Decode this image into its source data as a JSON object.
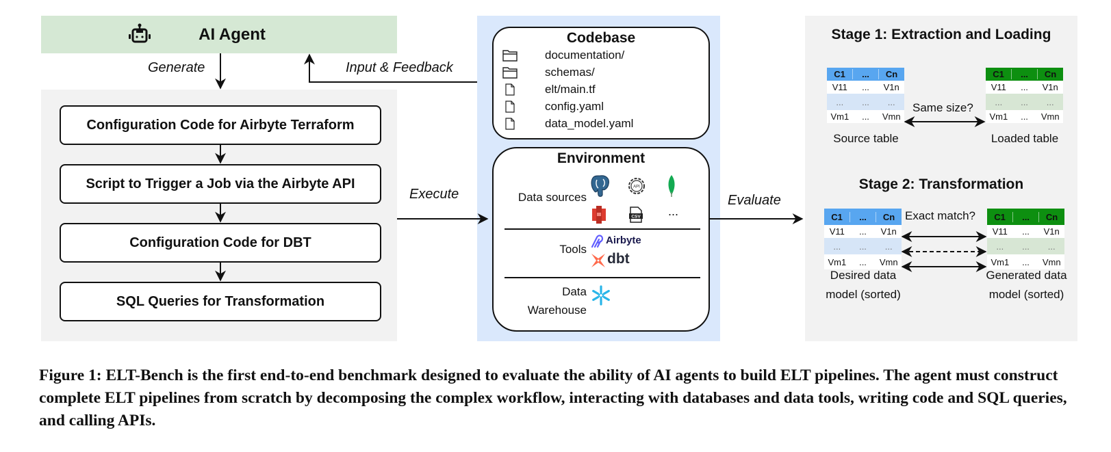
{
  "agent": {
    "title": "AI Agent",
    "icon": "robot-icon",
    "color": "#d5e8d4"
  },
  "arrows": {
    "generate": "Generate",
    "input_feedback": "Input & Feedback",
    "execute": "Execute",
    "evaluate": "Evaluate"
  },
  "steps": [
    {
      "label": "Configuration Code for Airbyte Terraform"
    },
    {
      "label": "Script to Trigger a Job via the Airbyte API"
    },
    {
      "label": "Configuration Code for DBT"
    },
    {
      "label": "SQL Queries for Transformation"
    }
  ],
  "codebase": {
    "title": "Codebase",
    "files": [
      {
        "name": "documentation/",
        "icon": "folder-icon"
      },
      {
        "name": "schemas/",
        "icon": "folder-icon"
      },
      {
        "name": "elt/main.tf",
        "icon": "file-icon"
      },
      {
        "name": "config.yaml",
        "icon": "file-icon"
      },
      {
        "name": "data_model.yaml",
        "icon": "file-icon"
      }
    ]
  },
  "environment": {
    "title": "Environment",
    "sections": [
      {
        "label": "Data sources",
        "icons": [
          "postgresql-icon",
          "api-gear-icon",
          "mongodb-leaf-icon",
          "amazon-s3-icon",
          "csv-file-icon"
        ],
        "more": "..."
      },
      {
        "label": "Tools",
        "icons": [
          "airbyte-logo",
          "dbt-logo"
        ],
        "airbyte_text": "Airbyte",
        "dbt_text": "dbt"
      },
      {
        "label_line1": "Data",
        "label_line2": "Warehouse",
        "icons": [
          "snowflake-icon"
        ]
      }
    ]
  },
  "evaluation": {
    "stage1": {
      "title": "Stage 1: Extraction and Loading",
      "compare_label": "Same size?",
      "left_caption": "Source table",
      "right_caption": "Loaded table"
    },
    "stage2": {
      "title": "Stage 2: Transformation",
      "compare_label": "Exact match?",
      "left_caption_line1": "Desired data",
      "left_caption_line2": "model (sorted)",
      "right_caption_line1": "Generated data",
      "right_caption_line2": "model (sorted)"
    },
    "table": {
      "header": [
        "C1",
        "...",
        "Cn"
      ],
      "rows": [
        [
          "V11",
          "...",
          "V1n"
        ],
        [
          "...",
          "...",
          "..."
        ],
        [
          "Vm1",
          "...",
          "Vmn"
        ]
      ]
    },
    "colors": {
      "source_header": "#58a6f0",
      "target_header": "#0d8f10"
    }
  },
  "caption": "Figure 1: ELT-Bench is the first end-to-end benchmark designed to evaluate the ability of AI agents to build ELT pipelines. The agent must construct complete ELT pipelines from scratch by decomposing the complex workflow, interacting with databases and data tools, writing code and SQL queries, and calling APIs."
}
